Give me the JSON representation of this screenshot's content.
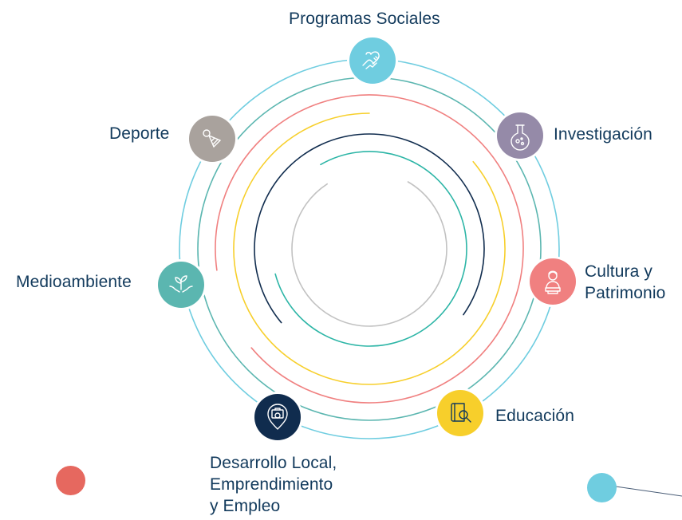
{
  "diagram": {
    "areas": [
      {
        "id": "programas-sociales",
        "label": "Programas Sociales",
        "color": "#6fcde0",
        "icon": "hand-heart-icon"
      },
      {
        "id": "investigacion",
        "label": "Investigación",
        "color": "#958aa8",
        "icon": "flask-icon"
      },
      {
        "id": "cultura",
        "label_lines": [
          "Cultura y",
          "Patrimonio"
        ],
        "color": "#f08080",
        "icon": "bust-statue-icon"
      },
      {
        "id": "educacion",
        "label": "Educación",
        "color": "#f7cf2b",
        "icon": "book-magnifier-icon"
      },
      {
        "id": "desarrollo",
        "label_lines": [
          "Desarrollo Local,",
          "Emprendimiento",
          "y Empleo"
        ],
        "color": "#102c4e",
        "icon": "location-briefcase-icon"
      },
      {
        "id": "medioambiente",
        "label": "Medioambiente",
        "color": "#5bb6b0",
        "icon": "hands-plant-icon"
      },
      {
        "id": "deporte",
        "label": "Deporte",
        "color": "#a9a29d",
        "icon": "shuttlecock-icon"
      }
    ],
    "ring_colors": [
      "#6fcde0",
      "#5bb6b0",
      "#f08080",
      "#f7cf2b",
      "#102c4e",
      "#2cb5a6",
      "#c2c2c2"
    ],
    "decor_colors": {
      "red_dot": "#e6685f",
      "blue_dot": "#6fcde0",
      "line": "#4a5d77"
    }
  }
}
